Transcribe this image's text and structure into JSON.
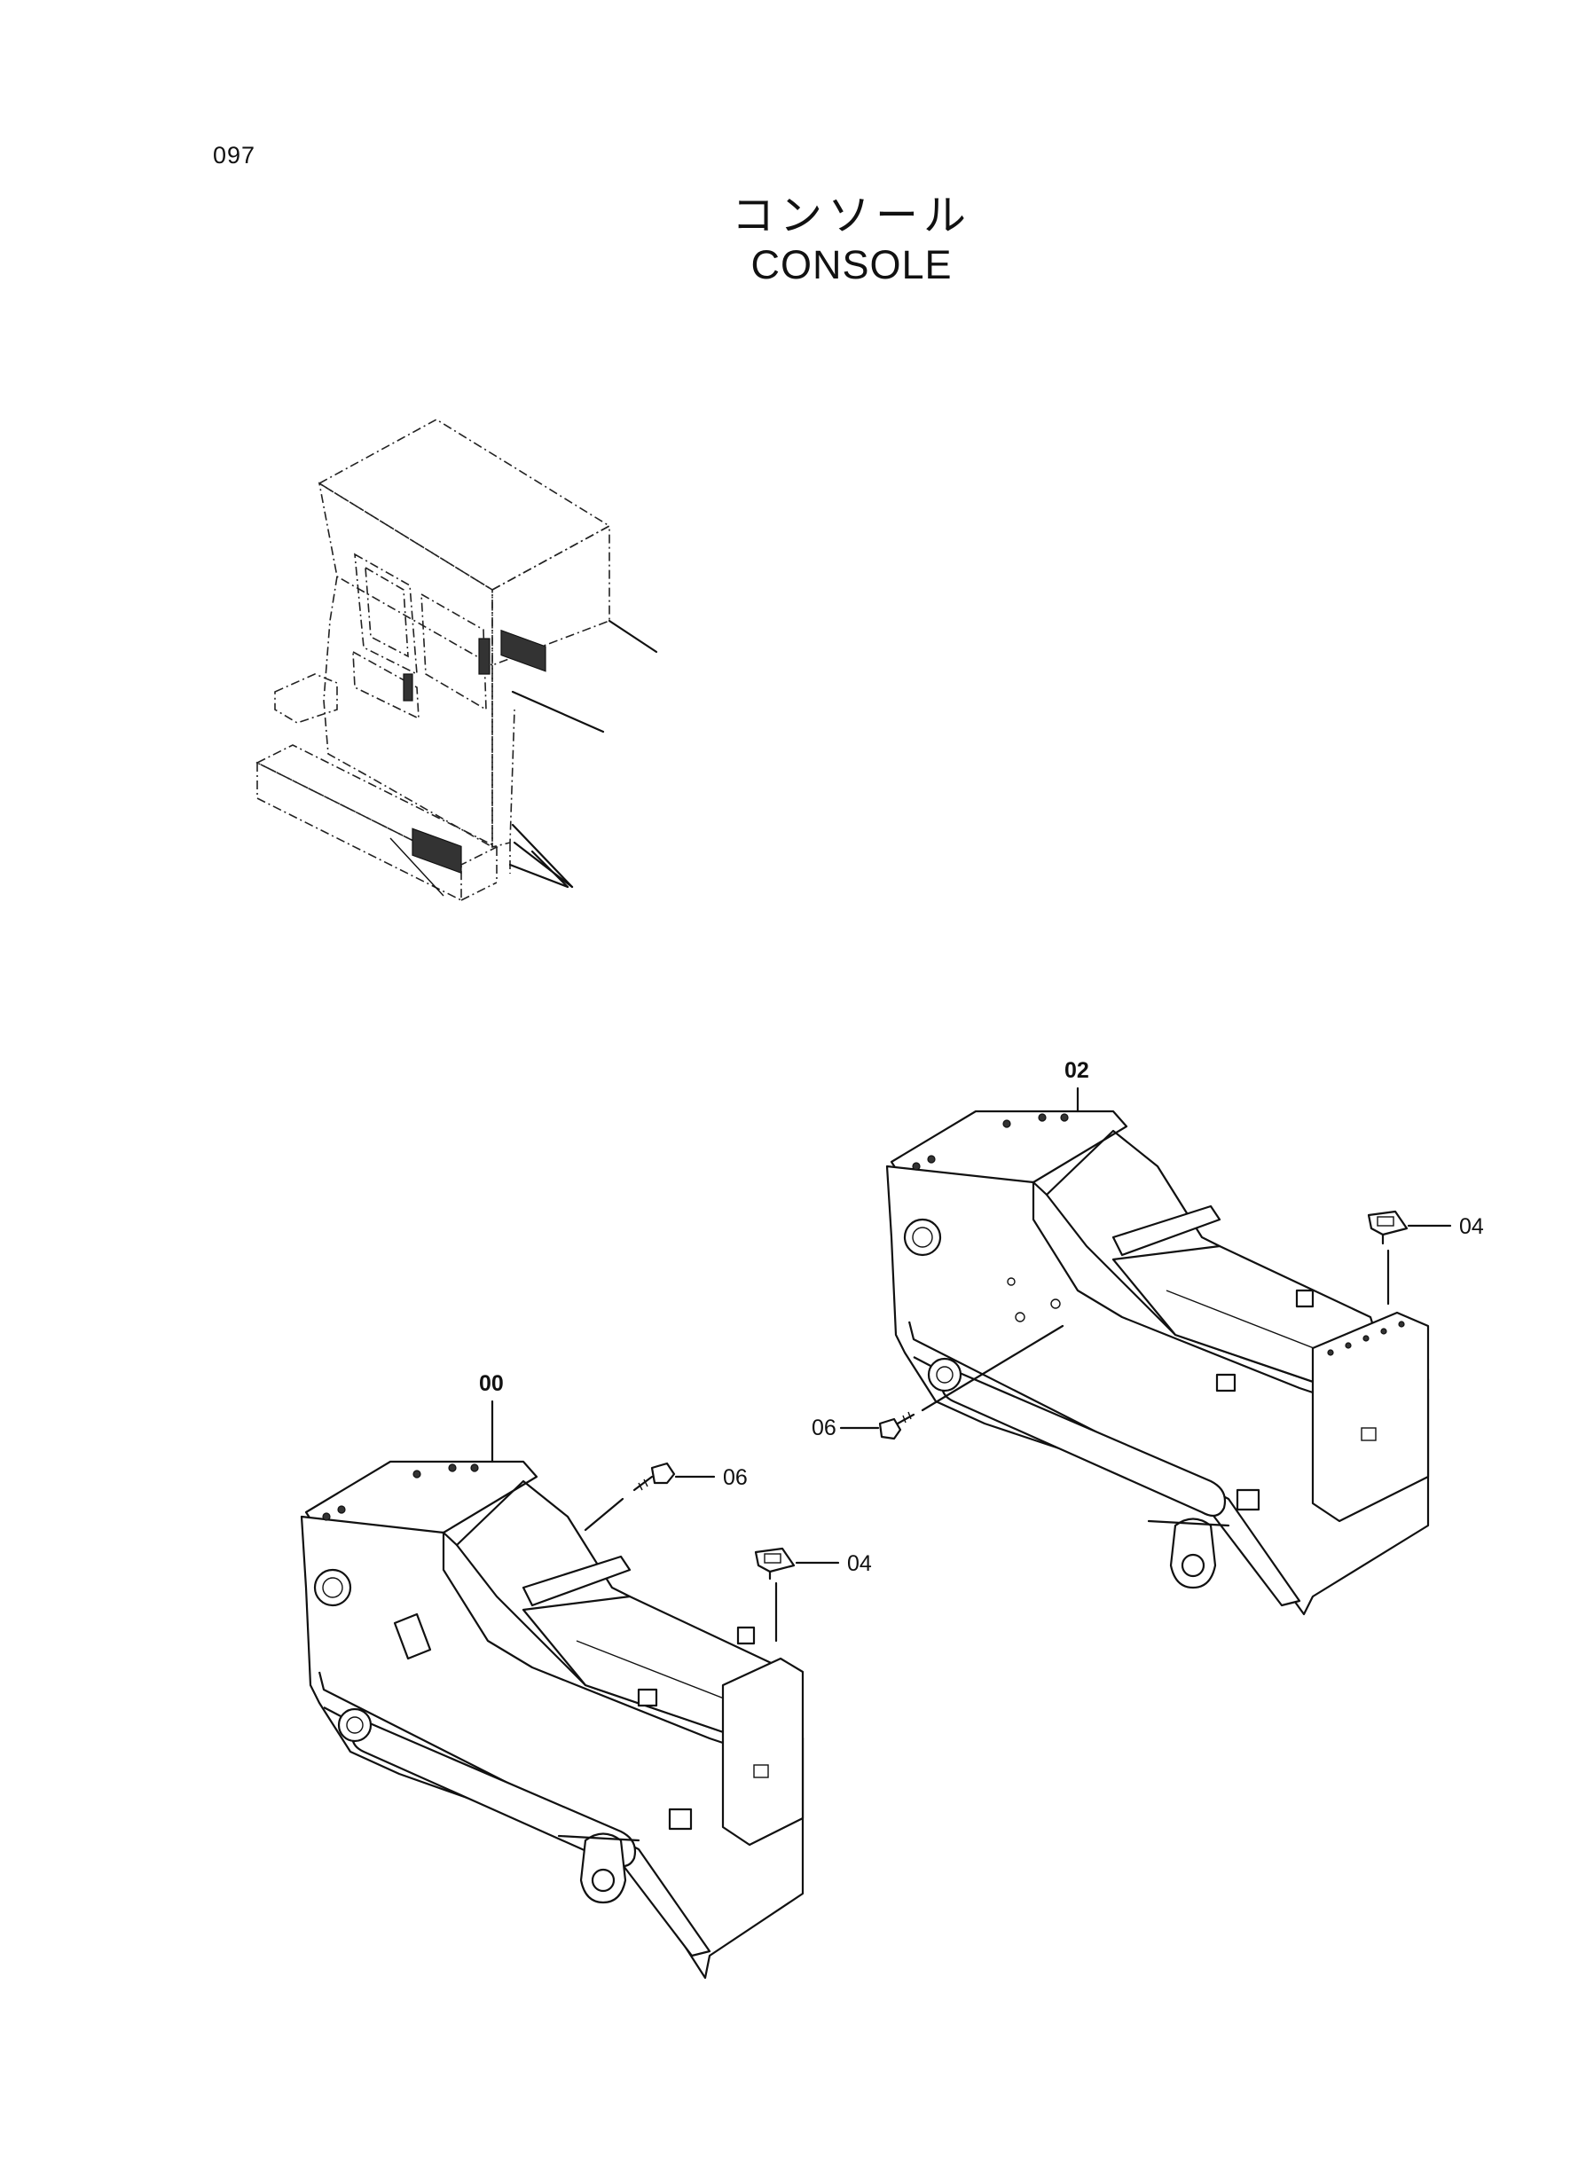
{
  "page": {
    "number": "097",
    "title_jp": "コンソール",
    "title_en": "CONSOLE"
  },
  "callouts": {
    "console_left": "00",
    "console_right": "02",
    "bolt_left": "06",
    "cap_left": "04",
    "bolt_right": "06",
    "cap_right": "04"
  }
}
